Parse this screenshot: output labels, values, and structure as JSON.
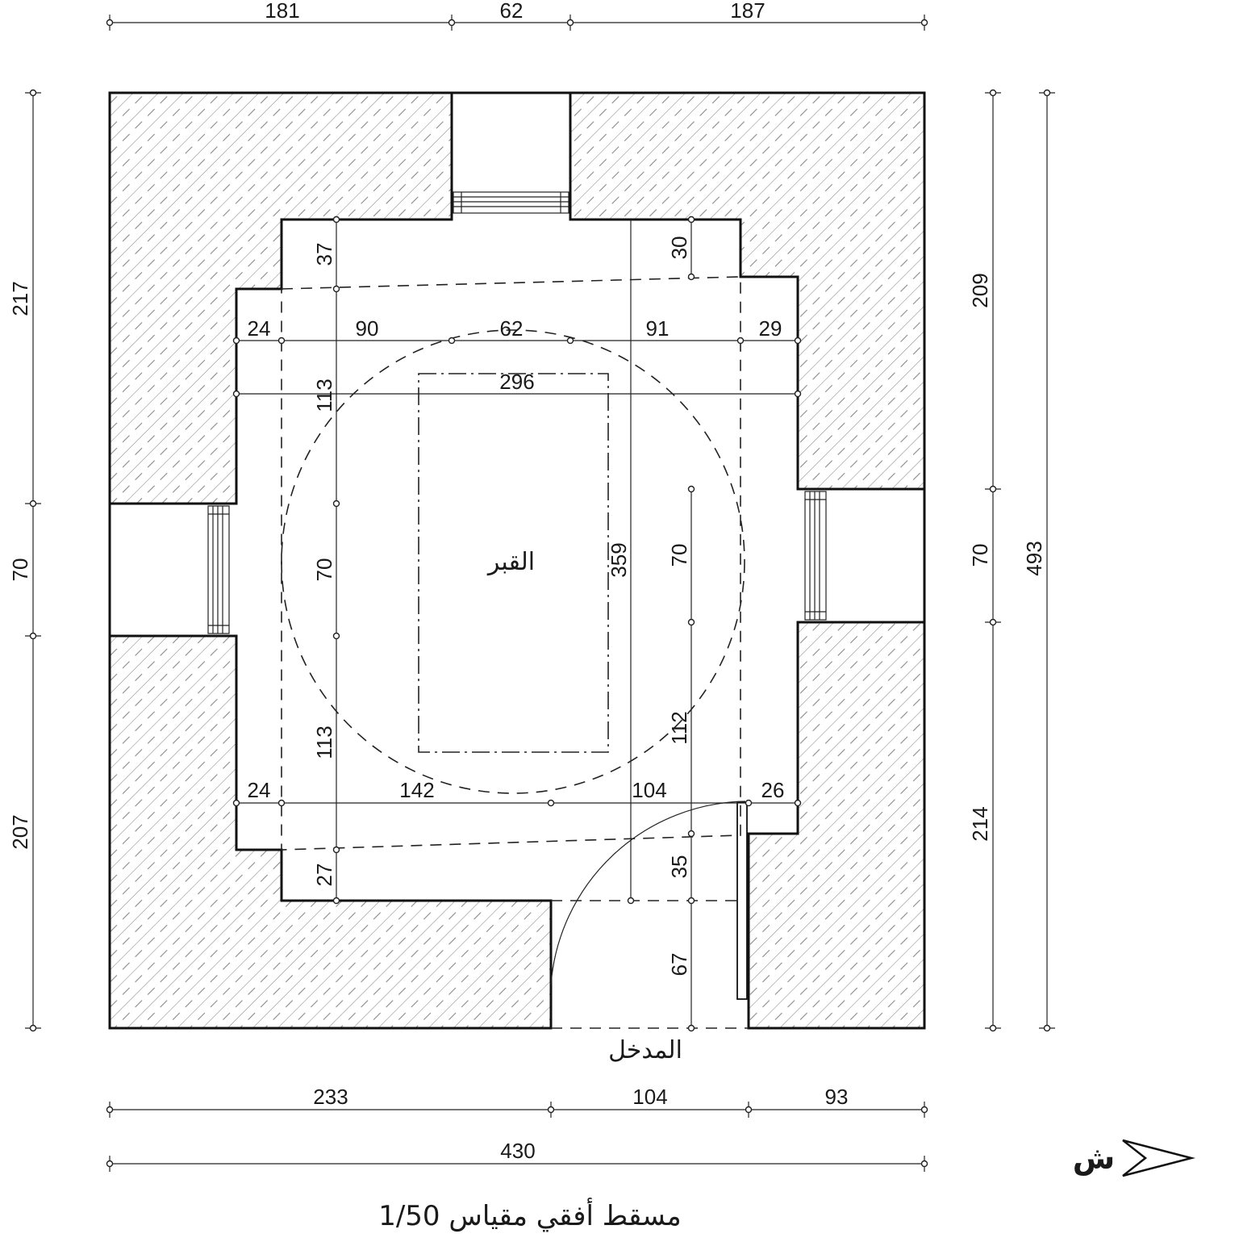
{
  "title": "مسقط أفقي مقياس 1/50",
  "north_label": "ش",
  "room_label": "القبر",
  "entrance_label": "المدخل",
  "dimensions": {
    "top": [
      "181",
      "62",
      "187"
    ],
    "bottom_row1": [
      "233",
      "104",
      "93"
    ],
    "bottom_total": "430",
    "left": [
      "217",
      "70",
      "207"
    ],
    "right_inner": [
      "209",
      "70",
      "214"
    ],
    "right_total": "493",
    "interior_upper": [
      "24",
      "90",
      "62",
      "91",
      "29"
    ],
    "interior_width": "296",
    "interior_lower": [
      "24",
      "142",
      "104",
      "26"
    ],
    "interior_left_col": [
      "37",
      "113",
      "70",
      "113",
      "27"
    ],
    "interior_right_col": [
      "30",
      "70",
      "112",
      "35",
      "67"
    ],
    "interior_height": "359"
  }
}
